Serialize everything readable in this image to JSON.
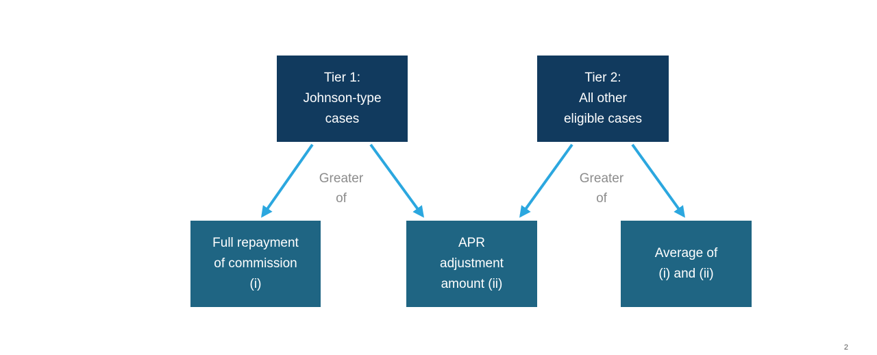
{
  "slide": {
    "page_number": "2"
  },
  "colors": {
    "tier_box_fill": "#113A5E",
    "outcome_box_fill": "#1F6583",
    "arrow": "#2BA7DF",
    "connector_label_text": "#8C8C8C",
    "box_text": "#FFFFFF",
    "page_number_text": "#595959",
    "background": "#FFFFFF"
  },
  "diagram": {
    "tier_boxes": [
      {
        "label": "Tier 1:\nJohnson-type\ncases"
      },
      {
        "label": "Tier 2:\nAll other\neligible cases"
      }
    ],
    "connector_labels": [
      {
        "label": "Greater\nof"
      },
      {
        "label": "Greater\nof"
      }
    ],
    "outcome_boxes": [
      {
        "label": "Full repayment\nof commission\n(i)"
      },
      {
        "label": "APR\nadjustment\namount (ii)"
      },
      {
        "label": "Average of\n(i) and (ii)"
      }
    ],
    "arrows": [
      {
        "from": "tier-1",
        "to": "full-repayment-of-commission"
      },
      {
        "from": "tier-1",
        "to": "apr-adjustment-amount"
      },
      {
        "from": "tier-2",
        "to": "apr-adjustment-amount"
      },
      {
        "from": "tier-2",
        "to": "average-of-i-and-ii"
      }
    ]
  }
}
